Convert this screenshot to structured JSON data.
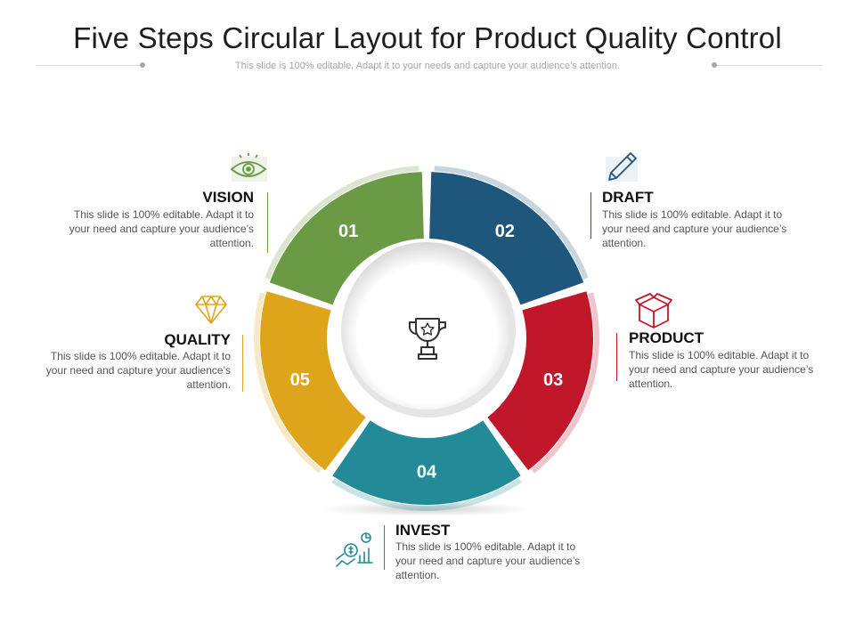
{
  "header": {
    "title": "Five Steps Circular Layout for Product Quality Control",
    "subtitle": "This slide is 100% editable, Adapt it to your needs and capture your audience’s attention."
  },
  "steps": [
    {
      "number": "01",
      "label": "VISION",
      "desc": "This slide is 100% editable. Adapt it to your need and capture your audience’s attention.",
      "color": "#6a9a43",
      "icon": "eye-icon"
    },
    {
      "number": "02",
      "label": "DRAFT",
      "desc": "This slide is 100% editable. Adapt it to your need and capture your audience’s attention.",
      "color": "#1f567c",
      "icon": "pencil-icon"
    },
    {
      "number": "03",
      "label": "PRODUCT",
      "desc": "This slide is 100% editable. Adapt it to your need and capture your audience’s attention.",
      "color": "#c0182a",
      "icon": "box-icon"
    },
    {
      "number": "04",
      "label": "INVEST",
      "desc": "This slide is 100% editable. Adapt it to your need and capture your audience’s attention.",
      "color": "#238b98",
      "icon": "investment-icon"
    },
    {
      "number": "05",
      "label": "QUALITY",
      "desc": "This slide is 100% editable. Adapt it to your need and capture your audience’s attention.",
      "color": "#dea51a",
      "icon": "diamond-icon"
    }
  ],
  "center_icon": "trophy-icon"
}
